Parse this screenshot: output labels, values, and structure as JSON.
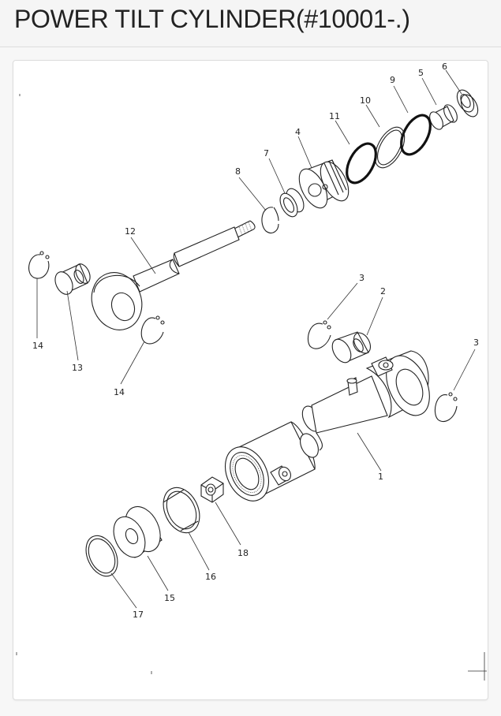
{
  "title": "POWER TILT CYLINDER(#10001-.)",
  "part_labels": [
    "1",
    "2",
    "3",
    "3",
    "4",
    "5",
    "6",
    "7",
    "8",
    "9",
    "10",
    "11",
    "12",
    "13",
    "14",
    "14",
    "15",
    "16",
    "17",
    "18"
  ]
}
